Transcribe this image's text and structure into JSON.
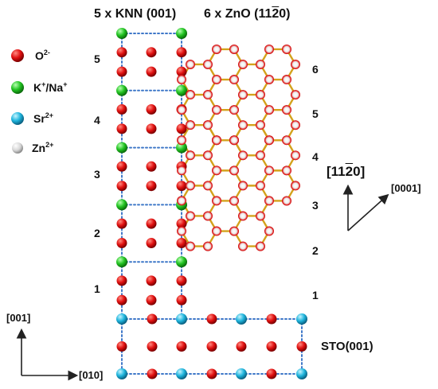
{
  "titles": {
    "knn": "5 x KNN (001)",
    "zno_prefix": "6 x ZnO (11",
    "zno_bar": "2",
    "zno_suffix": "0)"
  },
  "legend": {
    "oxygen": {
      "base": "O",
      "sup": "2-",
      "color": "#e01010"
    },
    "kna": {
      "k": "K",
      "k_sup": "+",
      "sep": "/Na",
      "na_sup": "+",
      "color": "#22c322"
    },
    "sr": {
      "base": "Sr",
      "sup": "2+",
      "color": "#1eb4dc"
    },
    "zn": {
      "base": "Zn",
      "sup": "2+",
      "color": "#c8c8c8"
    }
  },
  "knn_layers": [
    "5",
    "4",
    "3",
    "2",
    "1"
  ],
  "zno_layers": [
    "6",
    "5",
    "4",
    "3",
    "2",
    "1"
  ],
  "zno_axes": {
    "a_prefix": "[11",
    "a_bar": "2",
    "a_suffix": "0]",
    "b": "[0001]"
  },
  "cube_axes": {
    "a": "[001]",
    "b": "[010]"
  },
  "substrate": "STO(001)",
  "colors": {
    "bond": "#d4a21c",
    "cell_line": "#3f78c8",
    "arrow": "#222222"
  }
}
